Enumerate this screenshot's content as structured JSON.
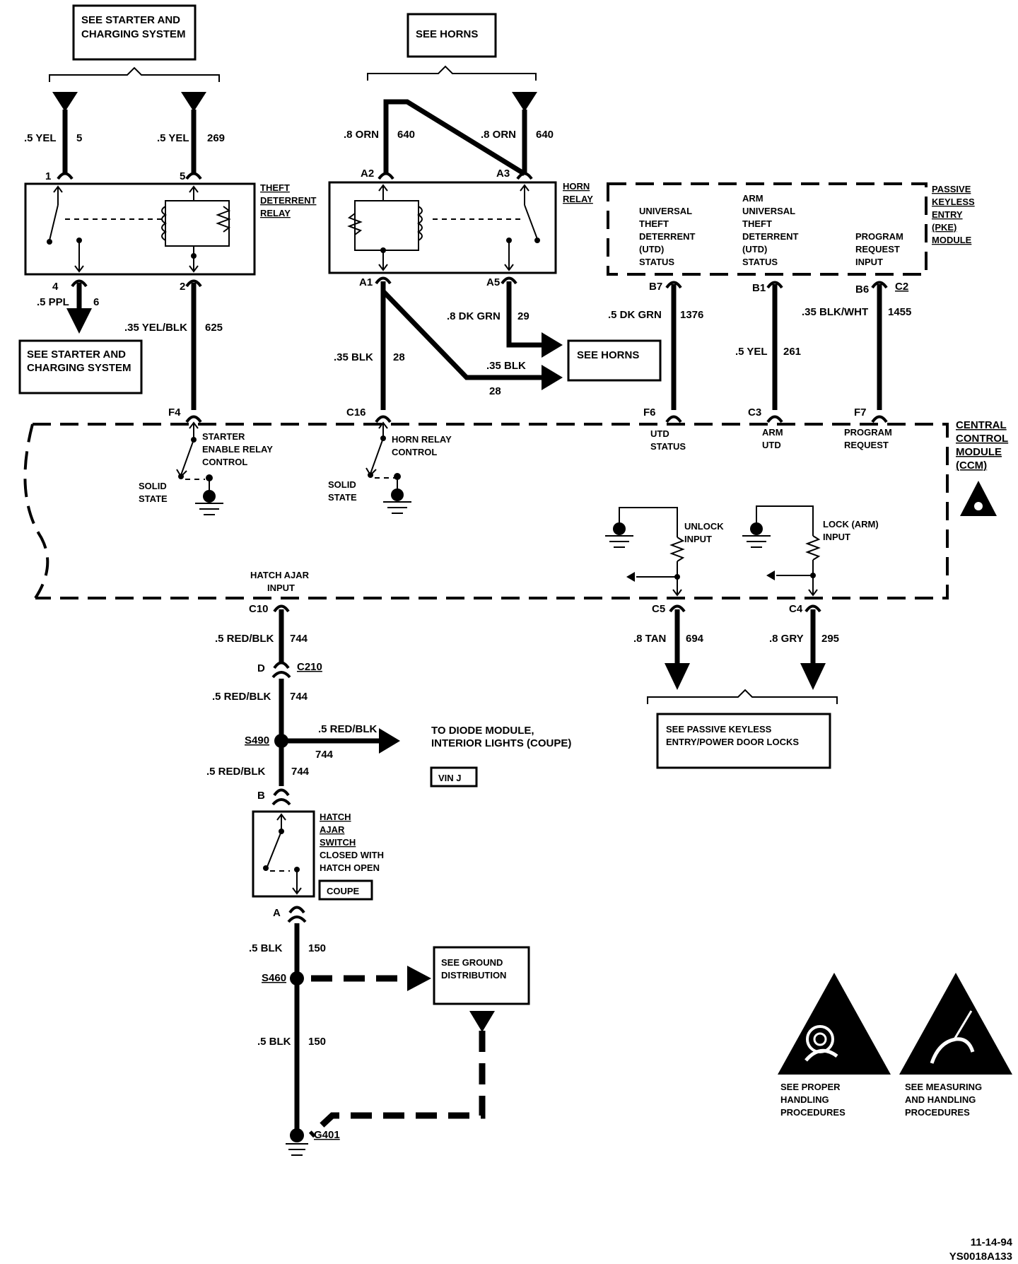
{
  "refs": {
    "starter_top": [
      "SEE STARTER AND",
      "CHARGING SYSTEM"
    ],
    "horns_top": "SEE HORNS",
    "horns_right": "SEE HORNS",
    "starter_bottom": [
      "SEE STARTER AND",
      "CHARGING SYSTEM"
    ],
    "passive_keyless": [
      "SEE PASSIVE KEYLESS",
      "ENTRY/POWER DOOR LOCKS"
    ],
    "ground_dist": [
      "SEE GROUND",
      "DISTRIBUTION"
    ],
    "diode_module": [
      "TO DIODE MODULE,",
      "INTERIOR LIGHTS (COUPE)"
    ],
    "vin": "VIN J",
    "coupe": "COUPE"
  },
  "components": {
    "theft_relay": [
      "THEFT",
      "DETERRENT",
      "RELAY"
    ],
    "horn_relay": [
      "HORN",
      "RELAY"
    ],
    "pke_module": [
      "PASSIVE",
      "KEYLESS",
      "ENTRY",
      "(PKE)",
      "MODULE"
    ],
    "ccm": [
      "CENTRAL",
      "CONTROL",
      "MODULE",
      "(CCM)"
    ],
    "hatch_switch": [
      "HATCH",
      "AJAR",
      "SWITCH"
    ],
    "hatch_switch_note": [
      "CLOSED WITH",
      "HATCH OPEN"
    ]
  },
  "pke_labels": {
    "utd": [
      "UNIVERSAL",
      "THEFT",
      "DETERRENT",
      "(UTD)",
      "STATUS"
    ],
    "arm": [
      "ARM",
      "UNIVERSAL",
      "THEFT",
      "DETERRENT",
      "(UTD)",
      "STATUS"
    ],
    "program": [
      "PROGRAM",
      "REQUEST",
      "INPUT"
    ]
  },
  "ccm_labels": {
    "starter_enable": [
      "STARTER",
      "ENABLE RELAY",
      "CONTROL"
    ],
    "horn_control": [
      "HORN RELAY",
      "CONTROL"
    ],
    "solid_state_1": [
      "SOLID",
      "STATE"
    ],
    "solid_state_2": [
      "SOLID",
      "STATE"
    ],
    "utd_status": [
      "UTD",
      "STATUS"
    ],
    "arm_utd": [
      "ARM",
      "UTD"
    ],
    "program_request": [
      "PROGRAM",
      "REQUEST"
    ],
    "unlock_input": [
      "UNLOCK",
      "INPUT"
    ],
    "lock_input": [
      "LOCK (ARM)",
      "INPUT"
    ],
    "hatch_ajar_input": [
      "HATCH AJAR",
      "INPUT"
    ]
  },
  "pins": {
    "tr1": "1",
    "tr5": "5",
    "tr4": "4",
    "tr2": "2",
    "a2": "A2",
    "a3": "A3",
    "a1": "A1",
    "a5": "A5",
    "b7": "B7",
    "b1": "B1",
    "b6": "B6",
    "c2": "C2",
    "f4": "F4",
    "c16": "C16",
    "f6": "F6",
    "c3": "C3",
    "f7": "F7",
    "c10": "C10",
    "c5": "C5",
    "c4": "C4",
    "d": "D",
    "c210": "C210",
    "b": "B",
    "a": "A"
  },
  "wires": {
    "w1": [
      ".5 YEL",
      "5"
    ],
    "w2": [
      ".5 YEL",
      "269"
    ],
    "w3": [
      ".8 ORN",
      "640"
    ],
    "w4": [
      ".8 ORN",
      "640"
    ],
    "w5": [
      ".5 PPL",
      "6"
    ],
    "w6": [
      ".35 YEL/BLK",
      "625"
    ],
    "w7": [
      ".35 BLK",
      "28"
    ],
    "w8": [
      ".8 DK GRN",
      "29"
    ],
    "w9": [
      ".35 BLK",
      "28"
    ],
    "w10": [
      ".5 DK GRN",
      "1376"
    ],
    "w11": [
      ".5 YEL",
      "261"
    ],
    "w12": [
      ".35 BLK/WHT",
      "1455"
    ],
    "w13": [
      ".5 RED/BLK",
      "744"
    ],
    "w14": [
      ".5 RED/BLK",
      "744"
    ],
    "w15": [
      ".5 RED/BLK",
      "744"
    ],
    "w16": [
      ".5 RED/BLK",
      "744"
    ],
    "w17": [
      ".8 TAN",
      "694"
    ],
    "w18": [
      ".8 GRY",
      "295"
    ],
    "w19": [
      ".5 BLK",
      "150"
    ],
    "w20": [
      ".5 BLK",
      "150"
    ]
  },
  "splices": {
    "s490": "S490",
    "s460": "S460",
    "g401": "G401"
  },
  "warnings": {
    "proper": [
      "SEE PROPER",
      "HANDLING",
      "PROCEDURES"
    ],
    "measuring": [
      "SEE MEASURING",
      "AND HANDLING",
      "PROCEDURES"
    ]
  },
  "footer": {
    "date": "11-14-94",
    "code": "YS0018A133"
  }
}
